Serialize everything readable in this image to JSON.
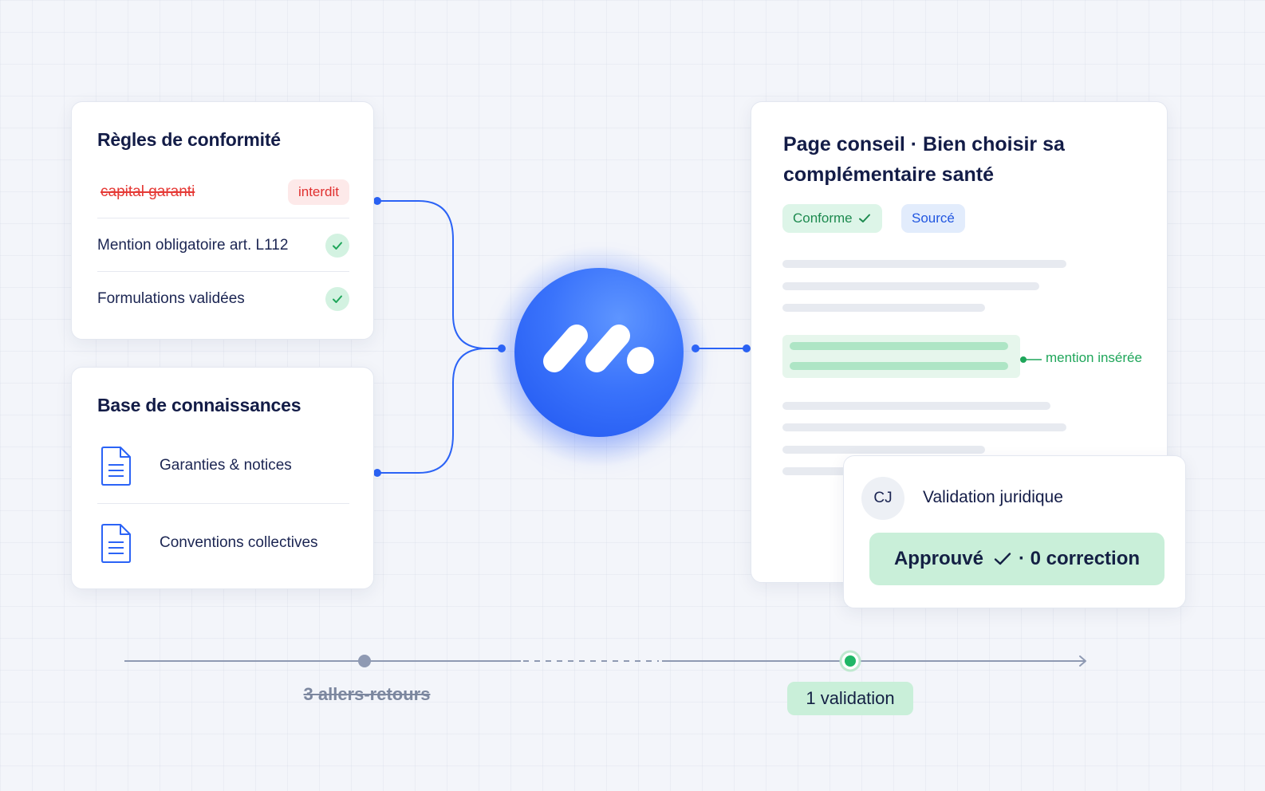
{
  "compliance": {
    "title": "Règles de conformité",
    "rules": [
      {
        "label": "capital garanti",
        "status": "interdit"
      },
      {
        "label": "Mention obligatoire art. L112",
        "status": "ok"
      },
      {
        "label": "Formulations validées",
        "status": "ok"
      }
    ]
  },
  "knowledge": {
    "title": "Base de connaissances",
    "items": [
      {
        "label": "Garanties & notices",
        "icon": "document-icon"
      },
      {
        "label": "Conventions collectives",
        "icon": "document-icon"
      }
    ]
  },
  "article": {
    "title": "Page conseil · Bien choisir sa complémentaire santé",
    "tag_conforme": "Conforme",
    "tag_source": "Sourcé",
    "mention_label": "mention insérée"
  },
  "validation": {
    "initials": "CJ",
    "title": "Validation juridique",
    "approved": "Approuvé",
    "corrections": "· 0 correction"
  },
  "timeline": {
    "before_label": "3 allers-retours",
    "after_label": "1 validation"
  },
  "colors": {
    "accent_blue": "#2b63f6",
    "success_green": "#1fa65a",
    "forbidden_red": "#e53935"
  }
}
